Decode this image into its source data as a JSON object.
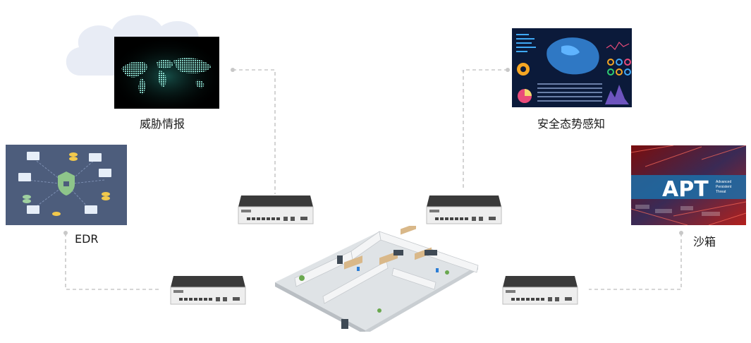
{
  "nodes": {
    "threat_intel": {
      "label": "威胁情报",
      "icon": "world-map-icon"
    },
    "situational_awareness": {
      "label": "安全态势感知",
      "icon": "dashboard-icon"
    },
    "edr": {
      "label": "EDR",
      "icon": "network-endpoints-icon"
    },
    "sandbox": {
      "label": "沙箱",
      "icon": "apt-banner-icon"
    }
  },
  "apt_banner": {
    "headline": "APT",
    "sub_lines": [
      "Advanced",
      "Persistent",
      "Threat"
    ]
  },
  "colors": {
    "connector": "#c8c8c8",
    "device_top": "#3a3a3a",
    "device_face": "#eeeeee",
    "cloud": "#e8ecf5",
    "intel_bg": "#000000",
    "dashboard_bg": "#0b1a3a",
    "edr_bg": "#4d5d7c",
    "apt_accent": "#c0392b"
  }
}
